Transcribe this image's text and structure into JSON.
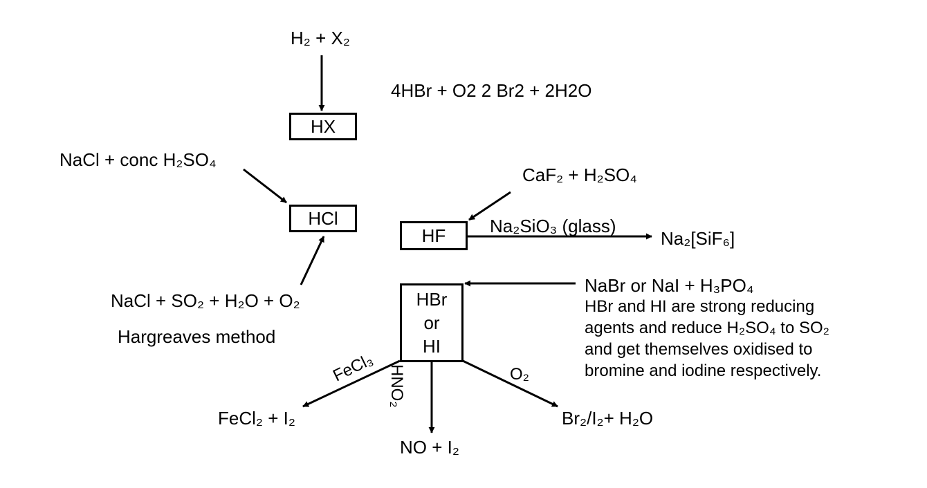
{
  "diagram": {
    "colors": {
      "ink": "#000000",
      "background": "#ffffff"
    },
    "top_reactants": "H₂ + X₂",
    "hx_box": "HX",
    "hbr_oxidation": "4HBr + O2   2 Br2 + 2H2O",
    "nacl_sulfuric": "NaCl + conc H₂SO₄",
    "hcl_box": "HCl",
    "hargreaves_reactants": "NaCl + SO₂ + H₂O + O₂",
    "hargreaves_label": "Hargreaves method",
    "caf2_reactants": "CaF₂ + H₂SO₄",
    "hf_box": "HF",
    "glass_reagent": "Na₂SiO₃ (glass)",
    "glass_product": "Na₂[SiF₆]",
    "hbr_hi_box": {
      "line1": "HBr",
      "line2": "or",
      "line3": "HI"
    },
    "phosphoric_reactants": "NaBr or NaI + H₃PO₄",
    "reducing_note": [
      "HBr and HI are strong reducing",
      "agents and reduce H₂SO₄ to SO₂",
      "and get themselves oxidised to",
      "bromine and iodine respectively."
    ],
    "fecl3_reagent": "FeCl₃",
    "fecl3_product": "FeCl₂ + I₂",
    "hno2_reagent": "HNO₂",
    "hno2_product": "NO + I₂",
    "o2_reagent": "O₂",
    "o2_product": "Br₂/I₂+ H₂O"
  }
}
